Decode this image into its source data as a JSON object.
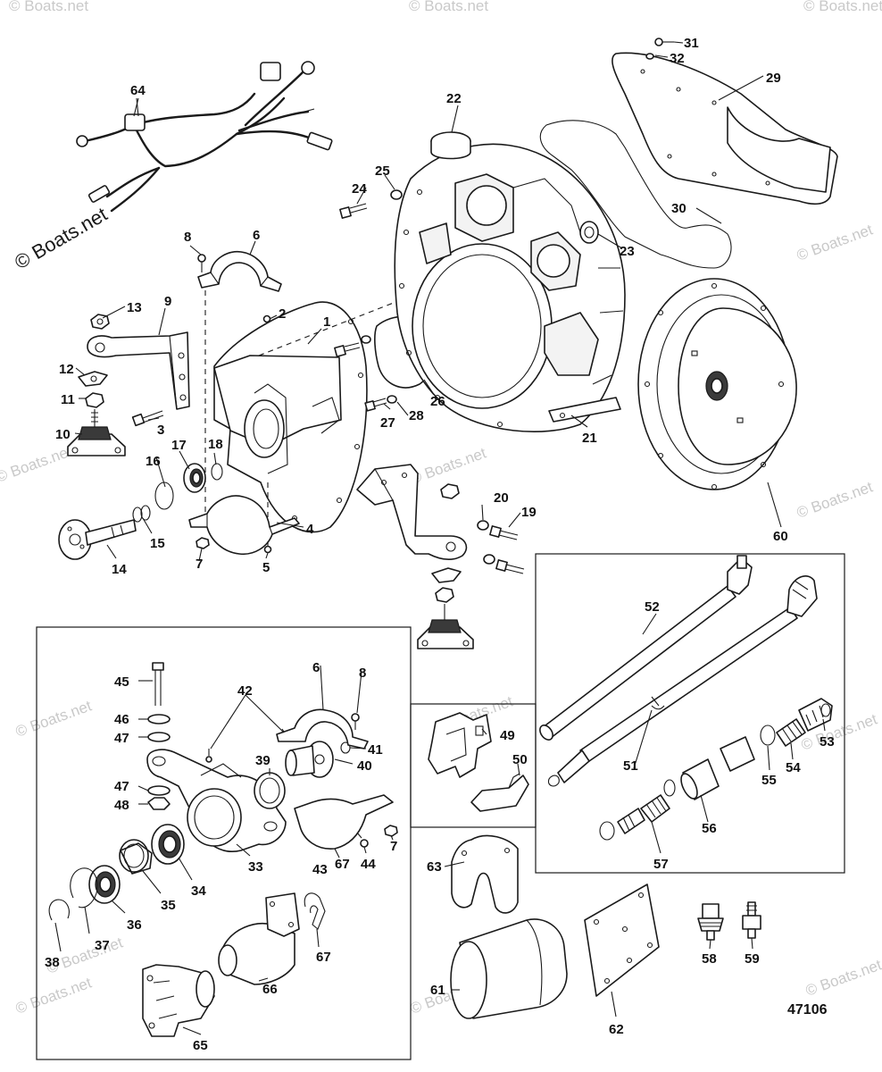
{
  "watermark": {
    "main": "© Boats.net",
    "faint": "© Boats.net"
  },
  "figure_number": "47106",
  "callouts": [
    "1",
    "2",
    "3",
    "4",
    "5",
    "6",
    "7",
    "8",
    "9",
    "10",
    "11",
    "12",
    "13",
    "14",
    "15",
    "16",
    "17",
    "18",
    "19",
    "20",
    "21",
    "22",
    "23",
    "24",
    "25",
    "26",
    "27",
    "28",
    "29",
    "30",
    "31",
    "32",
    "33",
    "34",
    "35",
    "36",
    "37",
    "38",
    "39",
    "40",
    "41",
    "42",
    "43",
    "44",
    "45",
    "46",
    "47",
    "48",
    "49",
    "50",
    "51",
    "52",
    "53",
    "54",
    "55",
    "56",
    "57",
    "58",
    "59",
    "60",
    "61",
    "62",
    "63",
    "64",
    "65",
    "66",
    "67"
  ]
}
